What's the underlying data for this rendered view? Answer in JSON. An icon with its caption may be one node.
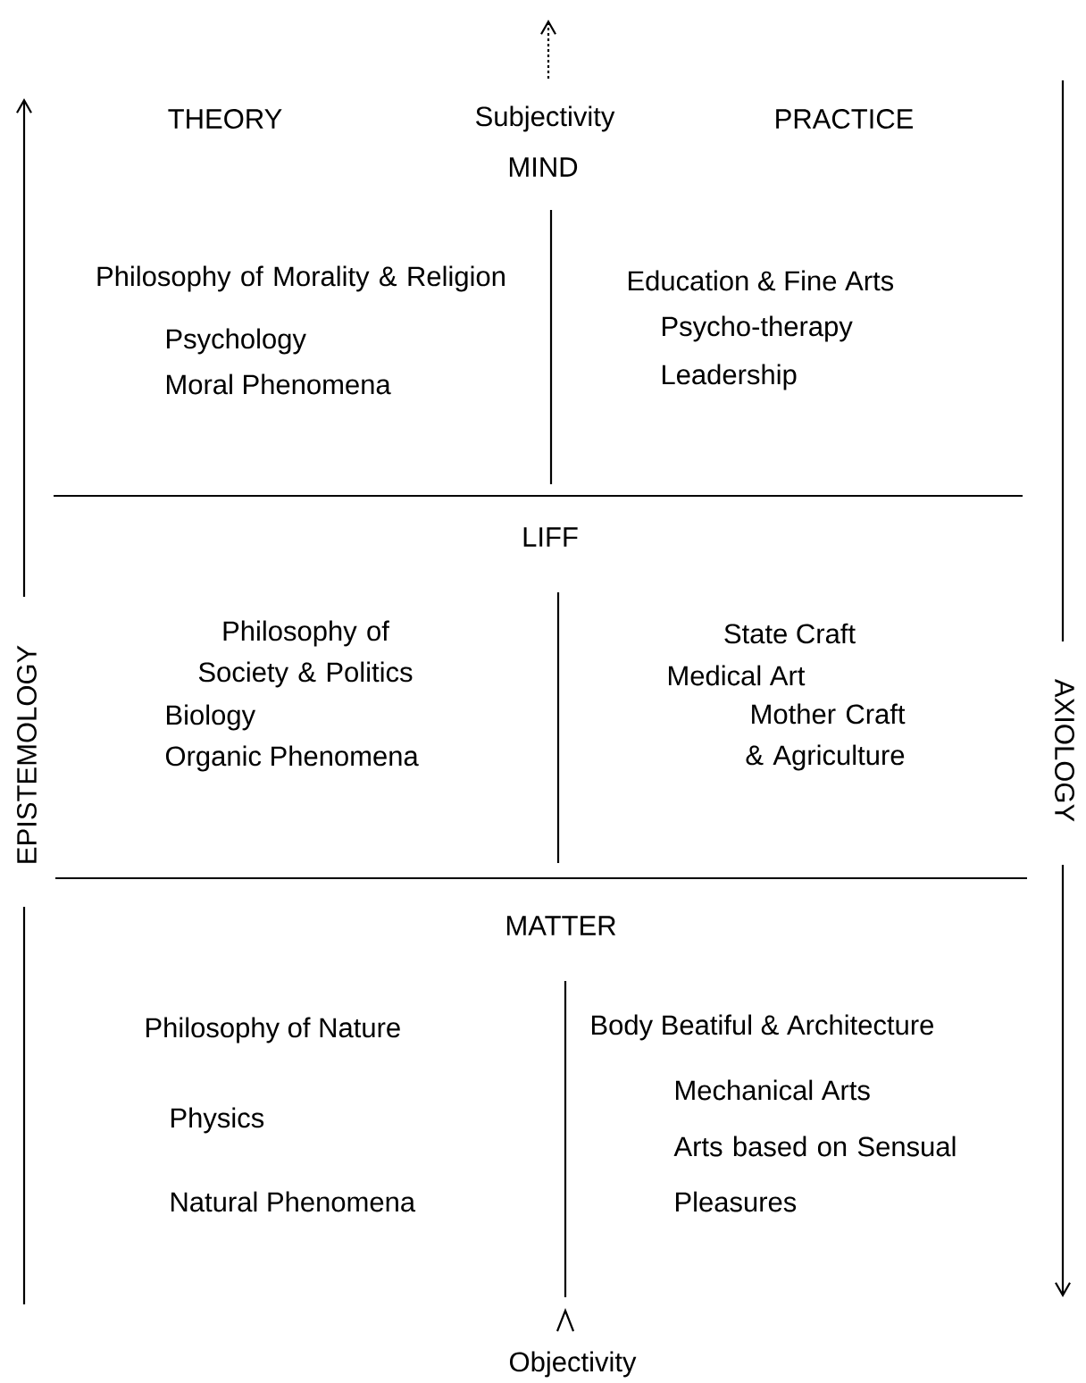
{
  "diagram": {
    "labels": [
      "THEORY",
      "Subjectivity",
      "PRACTICE",
      "MIND",
      "Philosophy of Morality & Religion",
      "Psychology",
      "Moral Phenomena",
      "Education & Fine Arts",
      "Psycho-therapy",
      "Leadership",
      "LIFF",
      "Philosophy of Society & Politics",
      "Biology",
      "Organic Phenomena",
      "State Craft",
      "Medical Art",
      "Mother Craft & Agriculture",
      "MATTER",
      "Philosophy of Nature",
      "Physics",
      "Natural Phenomena",
      "Body Beatiful & Architecture",
      "Mechanical Arts",
      "Arts based on Sensual Pleasures",
      "EPISTEMOLOGY",
      "AXIOLOGY",
      "Objectivity"
    ]
  }
}
